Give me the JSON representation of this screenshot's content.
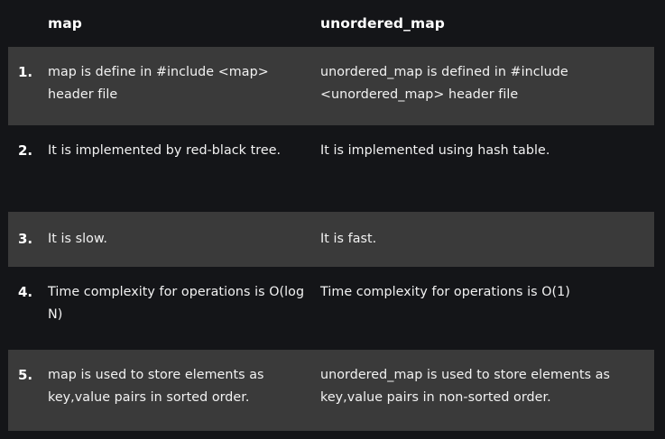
{
  "table": {
    "columns": [
      {
        "key": "index",
        "label": ""
      },
      {
        "key": "map",
        "label": "map"
      },
      {
        "key": "unordered_map",
        "label": "unordered_map"
      }
    ],
    "rows": [
      {
        "number": "1.",
        "map": "map is define in  #include <map> header file",
        "unordered_map": "unordered_map is defined in #include <unordered_map> header file"
      },
      {
        "number": "2.",
        "map": "It is implemented by red-black tree.",
        "unordered_map": "It is implemented using hash table."
      },
      {
        "number": "3.",
        "map": "It is slow.",
        "unordered_map": "It is fast."
      },
      {
        "number": "4.",
        "map": "Time complexity for operations is O(log N)",
        "unordered_map": "Time complexity for operations is O(1)"
      },
      {
        "number": "5.",
        "map": "map is used to store elements as key,value pairs in sorted order.",
        "unordered_map": "unordered_map is used to store elements as key,value pairs in non-sorted order."
      }
    ]
  },
  "colors": {
    "background": "#141518",
    "stripe": "#3a3a3a",
    "text": "#f2f2f2",
    "heading": "#ffffff"
  }
}
